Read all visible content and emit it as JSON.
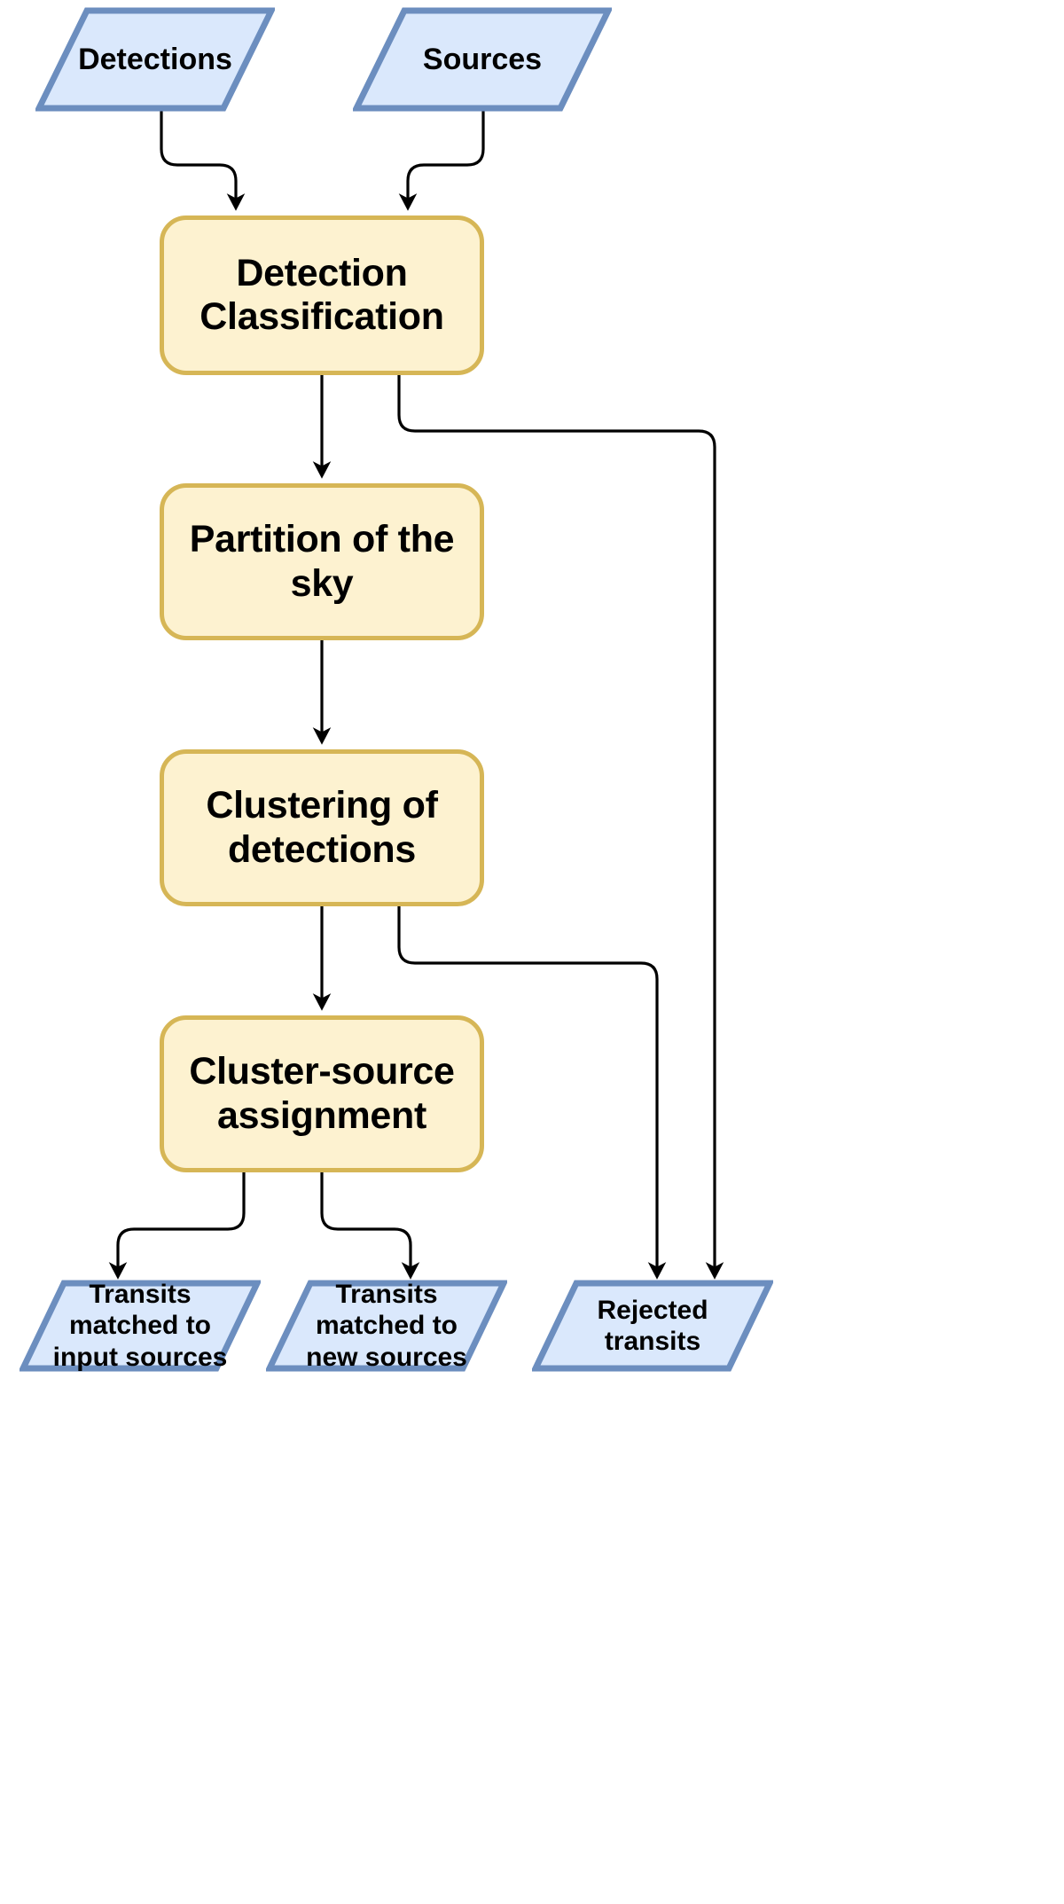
{
  "diagram": {
    "type": "flowchart",
    "title": "Detection to transit matching pipeline",
    "orientation": "top-to-bottom",
    "colors": {
      "process_fill": "#fdf2d0",
      "process_border": "#d6b656",
      "io_fill": "#dae8fc",
      "io_border": "#6c8ebf",
      "edge": "#000000",
      "text": "#000000",
      "background": "#ffffff"
    },
    "inputs": [
      {
        "id": "detections",
        "label": "Detections",
        "shape": "parallelogram"
      },
      {
        "id": "sources",
        "label": "Sources",
        "shape": "parallelogram"
      }
    ],
    "processes": [
      {
        "id": "detection-classification",
        "label": "Detection Classification",
        "shape": "rounded-rectangle"
      },
      {
        "id": "partition-of-the-sky",
        "label": "Partition of the sky",
        "shape": "rounded-rectangle"
      },
      {
        "id": "clustering-of-detections",
        "label": "Clustering of detections",
        "shape": "rounded-rectangle"
      },
      {
        "id": "cluster-source-assignment",
        "label": "Cluster-source assignment",
        "shape": "rounded-rectangle"
      }
    ],
    "outputs": [
      {
        "id": "transits-input-sources",
        "label": "Transits matched to input sources",
        "shape": "parallelogram"
      },
      {
        "id": "transits-new-sources",
        "label": "Transits matched to new sources",
        "shape": "parallelogram"
      },
      {
        "id": "rejected-transits",
        "label": "Rejected transits",
        "shape": "parallelogram"
      }
    ],
    "edges": [
      {
        "from": "detections",
        "to": "detection-classification",
        "style": "orthogonal-arrow"
      },
      {
        "from": "sources",
        "to": "detection-classification",
        "style": "orthogonal-arrow"
      },
      {
        "from": "detection-classification",
        "to": "partition-of-the-sky",
        "style": "straight-arrow"
      },
      {
        "from": "detection-classification",
        "to": "rejected-transits",
        "style": "orthogonal-arrow"
      },
      {
        "from": "partition-of-the-sky",
        "to": "clustering-of-detections",
        "style": "straight-arrow"
      },
      {
        "from": "clustering-of-detections",
        "to": "cluster-source-assignment",
        "style": "straight-arrow"
      },
      {
        "from": "clustering-of-detections",
        "to": "rejected-transits",
        "style": "orthogonal-arrow"
      },
      {
        "from": "cluster-source-assignment",
        "to": "transits-input-sources",
        "style": "orthogonal-arrow"
      },
      {
        "from": "cluster-source-assignment",
        "to": "transits-new-sources",
        "style": "orthogonal-arrow"
      }
    ]
  }
}
